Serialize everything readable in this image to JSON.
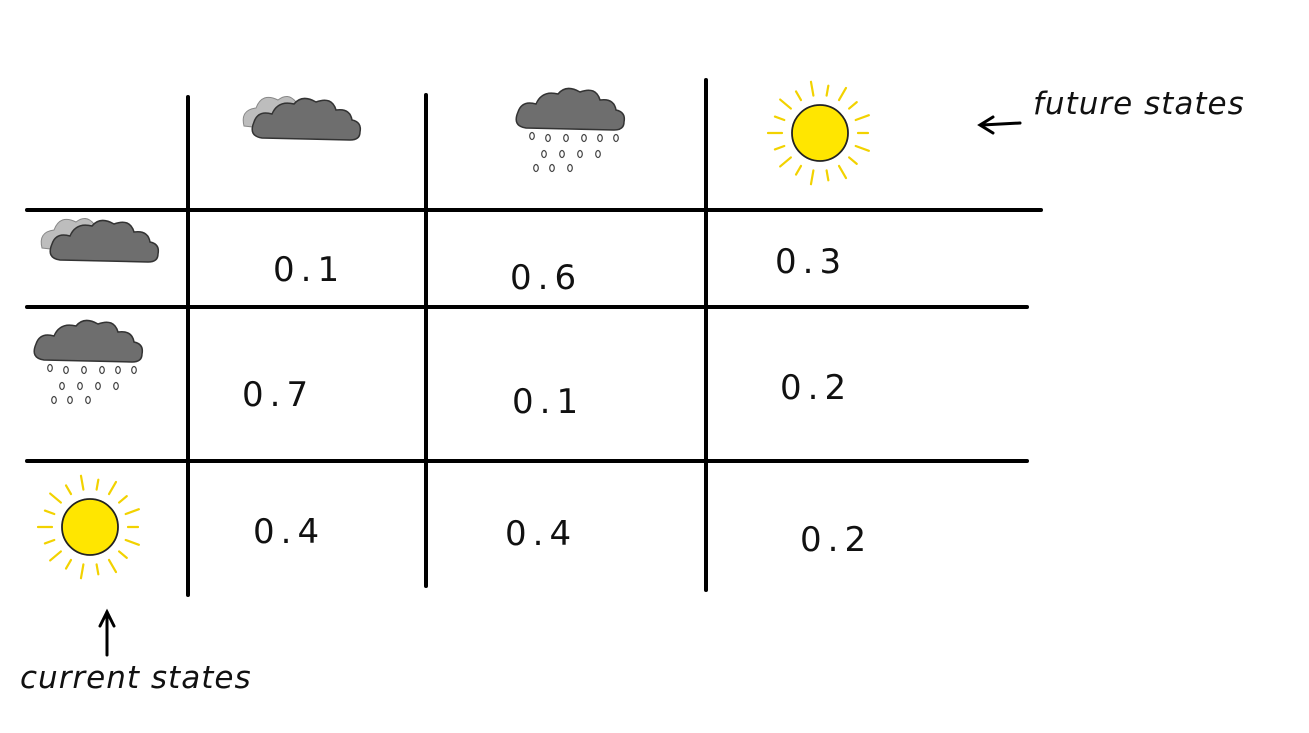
{
  "annotations": {
    "future": "future states",
    "current": "current states"
  },
  "columns": [
    {
      "state": "cloudy",
      "icon": "cloud-icon"
    },
    {
      "state": "rainy",
      "icon": "rain-cloud-icon"
    },
    {
      "state": "sunny",
      "icon": "sun-icon"
    }
  ],
  "rows": [
    {
      "state": "cloudy",
      "icon": "cloud-icon",
      "values": [
        "0.1",
        "0.6",
        "0.3"
      ]
    },
    {
      "state": "rainy",
      "icon": "rain-cloud-icon",
      "values": [
        "0.7",
        "0.1",
        "0.2"
      ]
    },
    {
      "state": "sunny",
      "icon": "sun-icon",
      "values": [
        "0.4",
        "0.4",
        "0.2"
      ]
    }
  ],
  "colors": {
    "cloud": "#6e6e6e",
    "cloud_back": "#bdbdbd",
    "sun": "#ffe600",
    "line": "#000000",
    "rain": "#444444"
  }
}
